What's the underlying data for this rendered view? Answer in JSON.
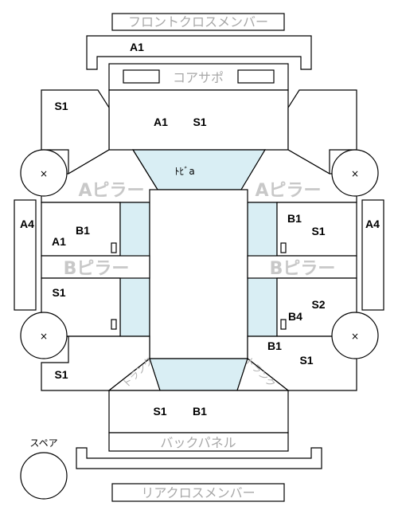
{
  "colors": {
    "blue_panel": "#d9eef4",
    "outline": "#000000",
    "grey_text": "#b0b0b0"
  },
  "top": {
    "front_cross_member": "フロントクロスメンバー",
    "a1": "A1",
    "core_support": "コアサポ"
  },
  "upper": {
    "s1_left": "S1",
    "a1_center": "A1",
    "s1_center": "S1",
    "tower_bar": "ﾄﾋﾞa"
  },
  "pillars": {
    "a_pillar_left": "Aピラー",
    "a_pillar_right": "Aピラー",
    "b_pillar_left": "Bピラー",
    "b_pillar_right": "Bピラー"
  },
  "left": {
    "a4": "A4",
    "b1": "B1",
    "a1": "A1",
    "s1_mid": "S1",
    "s1_bottom": "S1"
  },
  "right": {
    "a4": "A4",
    "b1_top": "B1",
    "s1_top": "S1",
    "s2": "S2",
    "b4": "B4",
    "b1_bottom": "B1",
    "s1_bottom": "S1"
  },
  "rear": {
    "trunk_left": "トランク",
    "trunk_right": "トランク",
    "s1": "S1",
    "b1": "B1",
    "back_panel": "バックパネル",
    "rear_cross_member": "リアクロスメンバー"
  },
  "wheels": {
    "mark": "×"
  },
  "spare": {
    "label": "スペア"
  }
}
